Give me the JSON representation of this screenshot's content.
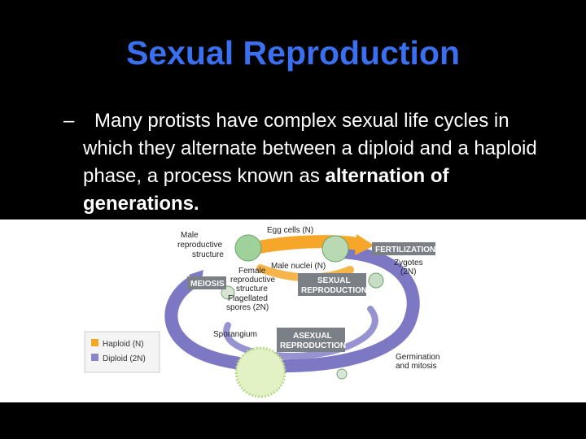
{
  "slide": {
    "title": "Sexual Reproduction",
    "bullet_dash": "–",
    "bullet_pre": "Many protists have complex sexual life cycles in which they alternate between a diploid and a haploid phase, a process known as ",
    "bullet_bold": "alternation of generations."
  },
  "figure": {
    "labels": {
      "male_structure": "Male",
      "male_structure_2": "reproductive",
      "male_structure_3": "structure",
      "egg_cells": "Egg cells (N)",
      "fertilization": "FERTILIZATION",
      "zygotes": "Zygotes",
      "zygotes_2": "(2N)",
      "male_nuclei": "Male nuclei (N)",
      "female_structure": "Female",
      "female_structure_2": "reproductive",
      "female_structure_3": "structure",
      "meiosis": "MEIOSIS",
      "sexual_repro": "SEXUAL",
      "sexual_repro_2": "REPRODUCTION",
      "flagellated": "Flagellated",
      "flagellated_2": "spores (2N)",
      "sporangium": "Sporangium",
      "asexual_repro": "ASEXUAL",
      "asexual_repro_2": "REPRODUCTION",
      "germination": "Germination",
      "germination_2": "and mitosis"
    },
    "legend": [
      {
        "label": "Haploid (N)",
        "color": "#f4a623"
      },
      {
        "label": "Diploid (2N)",
        "color": "#8a86c8"
      }
    ],
    "colors": {
      "haploid_arrow": "#f6a72a",
      "diploid_arrow": "#7d78c4",
      "tag_bg": "#7b7f86"
    }
  }
}
